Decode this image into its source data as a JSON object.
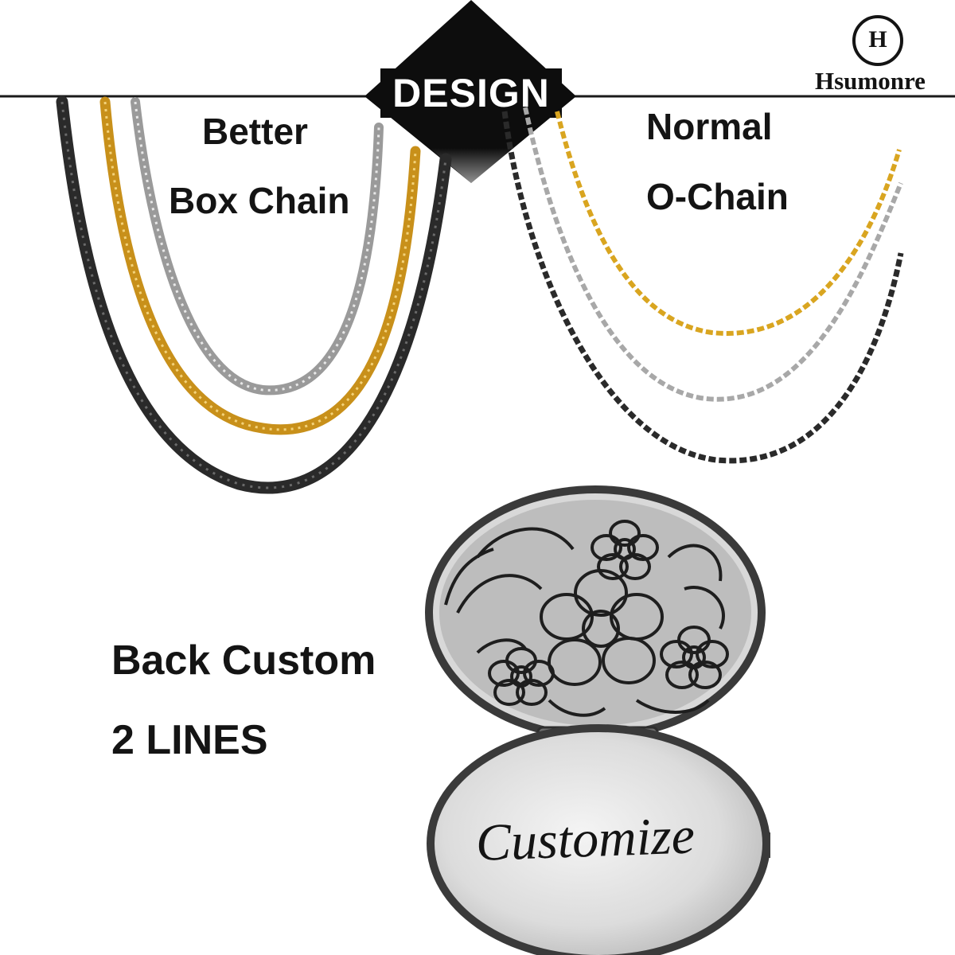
{
  "brand": {
    "logo_letter": "H",
    "name": "Hsumonre"
  },
  "banner": {
    "label": "DESIGN"
  },
  "comparison": {
    "left_title_line1": "Better",
    "left_title_line2": "Box Chain",
    "right_title_line1": "Normal",
    "right_title_line2": "O-Chain"
  },
  "custom": {
    "line1": "Back Custom",
    "line2": "2 LINES",
    "engraving": "Customize"
  },
  "colors": {
    "black_chain": "#2a2a2a",
    "gold_chain": "#d9a520",
    "silver_chain": "#b8b8b8",
    "banner_bg": "#0d0d0d",
    "text": "#141414"
  },
  "icons": [
    "box-chain-necklace-photo",
    "o-chain-necklace-photo",
    "floral-locket-photo",
    "brand-logo-icon"
  ]
}
